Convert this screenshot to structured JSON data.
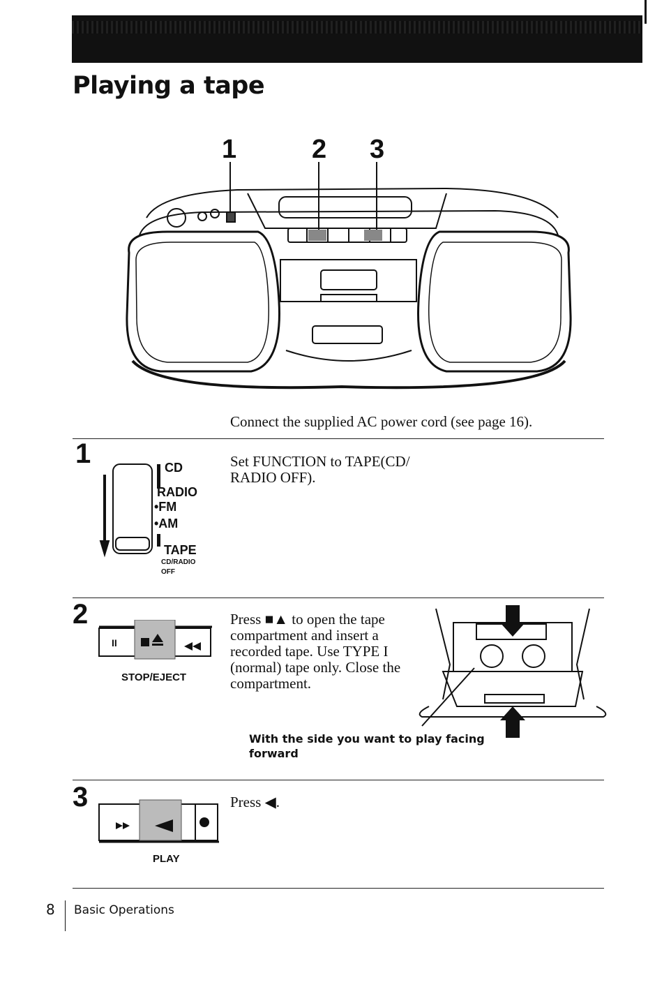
{
  "page_title": "Playing a tape",
  "callouts": [
    "1",
    "2",
    "3"
  ],
  "intro_text": "Connect the supplied AC power cord (see page 16).",
  "steps": [
    {
      "number": "1",
      "text_lines": [
        "Set FUNCTION to TAPE(CD/",
        "RADIO OFF)."
      ],
      "switch_labels": {
        "cd": "CD",
        "radio": "RADIO",
        "fm": "•FM",
        "am": "•AM",
        "tape": "TAPE",
        "cd_radio": "CD/RADIO",
        "off": "OFF"
      }
    },
    {
      "number": "2",
      "text_lines": [
        "Press ■▲ to open the tape",
        "compartment and insert a",
        "recorded tape. Use TYPE I",
        "(normal) tape only.  Close the",
        "compartment."
      ],
      "button_label": "STOP/EJECT",
      "caption_lines": [
        "With the side you want to play  facing",
        "forward"
      ]
    },
    {
      "number": "3",
      "text": "Press ◀.",
      "button_label": "PLAY"
    }
  ],
  "footer": {
    "page_number": "8",
    "section": "Basic Operations"
  }
}
